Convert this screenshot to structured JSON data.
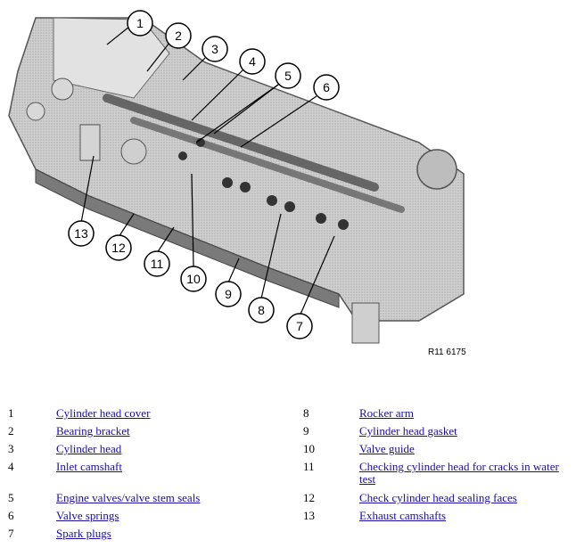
{
  "figure": {
    "reference": "R11 6175",
    "callouts": [
      "1",
      "2",
      "3",
      "4",
      "5",
      "6",
      "7",
      "8",
      "9",
      "10",
      "11",
      "12",
      "13"
    ]
  },
  "legend": {
    "left": [
      {
        "num": "1",
        "label": "Cylinder head cover"
      },
      {
        "num": "2",
        "label": "Bearing bracket"
      },
      {
        "num": "3",
        "label": "Cylinder head"
      },
      {
        "num": "4",
        "label": "Inlet camshaft"
      },
      {
        "num": "5",
        "label": "Engine valves/valve stem seals"
      },
      {
        "num": "6",
        "label": "Valve springs"
      },
      {
        "num": "7",
        "label": "Spark plugs"
      }
    ],
    "right": [
      {
        "num": "8",
        "label": "Rocker arm"
      },
      {
        "num": "9",
        "label": "Cylinder head gasket"
      },
      {
        "num": "10",
        "label": "Valve guide"
      },
      {
        "num": "11",
        "label": "Checking cylinder head for cracks in water test"
      },
      {
        "num": "12",
        "label": "Check cylinder head sealing faces"
      },
      {
        "num": "13",
        "label": "Exhaust camshafts"
      }
    ]
  },
  "colors": {
    "link": "#1a0dab",
    "callout_stroke": "#000000"
  }
}
